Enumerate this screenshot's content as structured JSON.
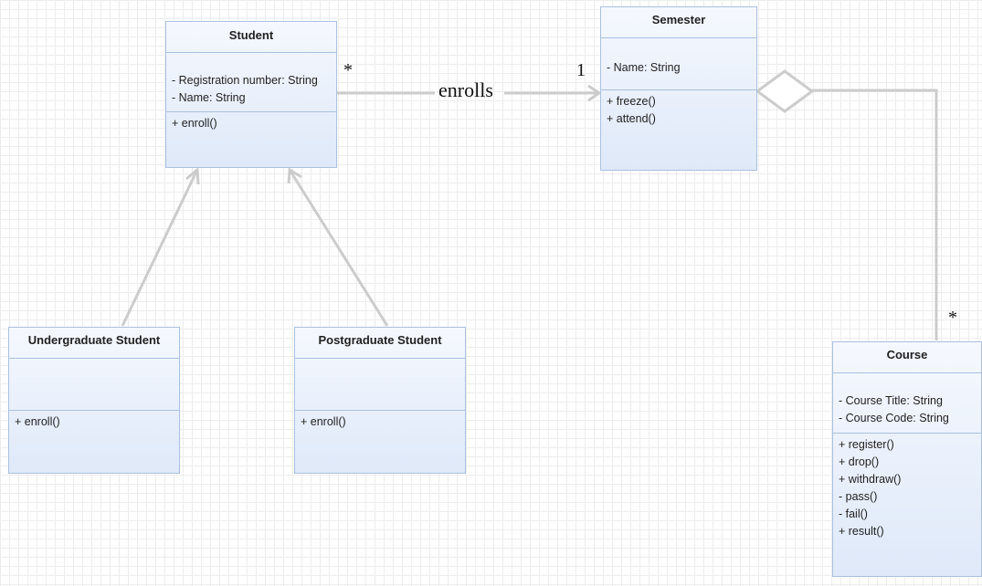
{
  "classes": {
    "student": {
      "name": "Student",
      "attributes": [
        "- Registration number: String",
        "- Name: String"
      ],
      "operations": [
        "+ enroll()"
      ]
    },
    "semester": {
      "name": "Semester",
      "attributes": [
        "- Name: String"
      ],
      "operations": [
        "+ freeze()",
        "+ attend()"
      ]
    },
    "undergraduate": {
      "name": "Undergraduate Student",
      "attributes": [],
      "operations": [
        "+ enroll()"
      ]
    },
    "postgraduate": {
      "name": "Postgraduate Student",
      "attributes": [],
      "operations": [
        "+ enroll()"
      ]
    },
    "course": {
      "name": "Course",
      "attributes": [
        "- Course Title: String",
        "- Course Code: String"
      ],
      "operations": [
        "+ register()",
        "+ drop()",
        "+ withdraw()",
        "- pass()",
        "- fail()",
        "+ result()"
      ]
    }
  },
  "relations": {
    "enrolls": {
      "label": "enrolls",
      "source_multiplicity": "*",
      "target_multiplicity": "1"
    },
    "aggregation": {
      "target_multiplicity": "*"
    }
  },
  "colors": {
    "box_border": "#a9c1e0",
    "box_fill_top": "#f5f8fe",
    "box_fill_bottom": "#dfe9f9",
    "connector": "#cccccc"
  }
}
